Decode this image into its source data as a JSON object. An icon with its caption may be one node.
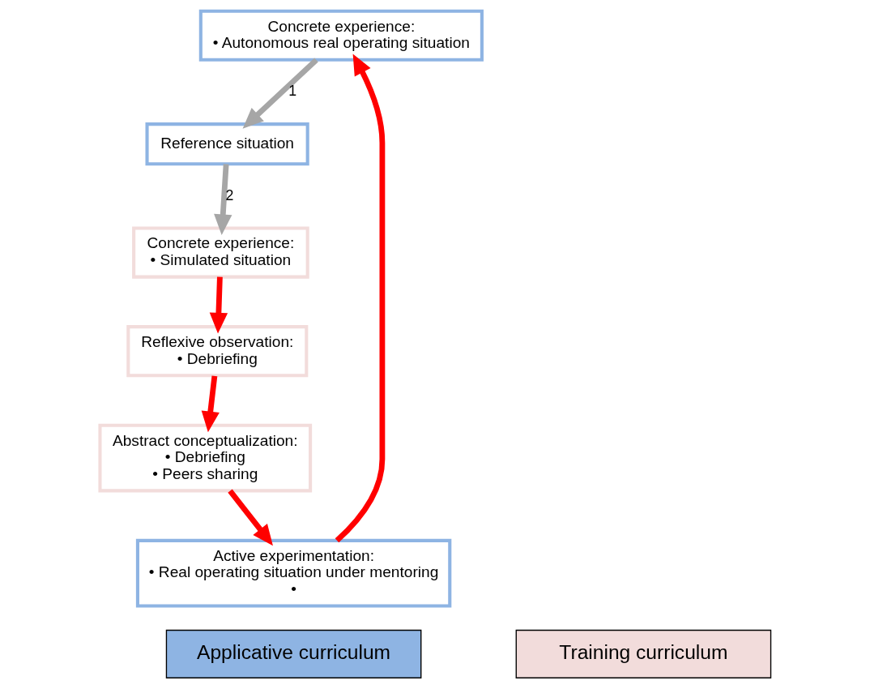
{
  "diagram": {
    "nodes": [
      {
        "text": [
          "Concrete experience:",
          "• Autonomous real operating situation"
        ]
      },
      {
        "text": [
          "Reference situation"
        ]
      },
      {
        "text": [
          "Concrete experience:",
          "• Simulated situation"
        ]
      },
      {
        "text": [
          "Reflexive observation:",
          "• Debriefing"
        ]
      },
      {
        "text": [
          "Abstract conceptualization:",
          "• Debriefing",
          "• Peers sharing"
        ]
      },
      {
        "text": [
          "Active experimentation:",
          "• Real operating situation under mentoring",
          "•"
        ]
      }
    ],
    "edges": [
      {
        "from": 0,
        "to": 1,
        "arrow": "to",
        "label": "1",
        "color": "#a6a6a6"
      },
      {
        "from": 1,
        "to": 2,
        "arrow": "to",
        "label": "2",
        "color": "#a6a6a6"
      },
      {
        "from": 2,
        "to": 3,
        "arrow": "to"
      },
      {
        "from": 3,
        "to": 4,
        "arrow": "to"
      },
      {
        "from": 4,
        "to": 5,
        "arrow": "to"
      },
      {
        "from": 5,
        "to": 0,
        "arrow": "to"
      }
    ],
    "legend": [
      {
        "text": "Applicative curriculum",
        "color": "#8eb4e3"
      },
      {
        "text": "Training curriculum",
        "color": "#f2dcdb"
      }
    ]
  }
}
